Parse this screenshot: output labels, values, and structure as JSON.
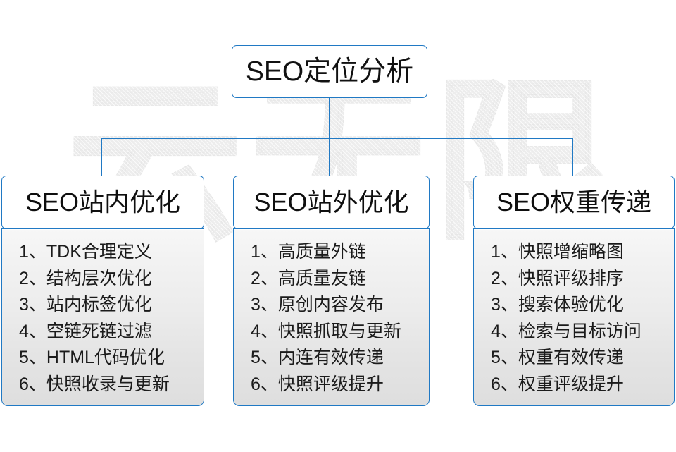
{
  "watermark": {
    "text": "云无限"
  },
  "colors": {
    "border": "#2079c4",
    "text": "#111111",
    "panel_top": "#f7f7f7",
    "panel_bottom": "#dedede",
    "watermark": "#ededed"
  },
  "diagram": {
    "type": "org-chart",
    "root": {
      "label": "SEO定位分析"
    },
    "branches": [
      {
        "label": "SEO站内优化",
        "items": [
          "1、TDK合理定义",
          "2、结构层次优化",
          "3、站内标签优化",
          "4、空链死链过滤",
          "5、HTML代码优化",
          "6、快照收录与更新"
        ]
      },
      {
        "label": "SEO站外优化",
        "items": [
          "1、高质量外链",
          "2、高质量友链",
          "3、原创内容发布",
          "4、快照抓取与更新",
          "5、内连有效传递",
          "6、快照评级提升"
        ]
      },
      {
        "label": "SEO权重传递",
        "items": [
          "1、快照增缩略图",
          "2、快照评级排序",
          "3、搜索体验优化",
          "4、检索与目标访问",
          "5、权重有效传递",
          "6、权重评级提升"
        ]
      }
    ]
  }
}
